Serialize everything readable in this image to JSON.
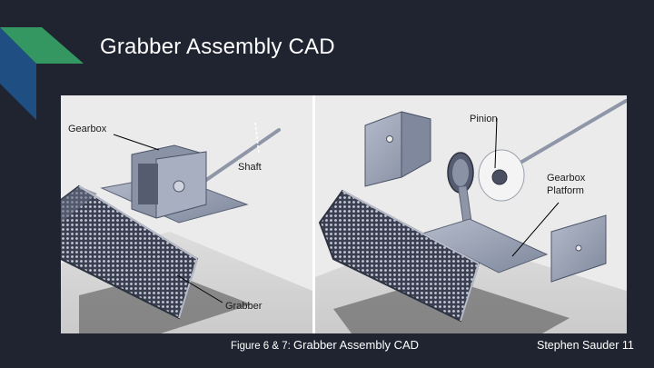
{
  "slide": {
    "title": "Grabber Assembly CAD",
    "caption_prefix": "Figure 6 & 7: ",
    "caption_main": "Grabber Assembly CAD",
    "footer": "Stephen Sauder 11"
  },
  "figure_labels": {
    "gearbox": "Gearbox",
    "shaft": "Shaft",
    "grabber": "Grabber",
    "pinion": "Pinion",
    "gearbox_platform_line1": "Gearbox",
    "gearbox_platform_line2": "Platform"
  },
  "colors": {
    "background": "#1f2430",
    "accent_dark_blue": "#1f4f82",
    "accent_green": "#2e8b57",
    "panel": "#ebebeb",
    "part_metal": "#9aa3b6"
  }
}
